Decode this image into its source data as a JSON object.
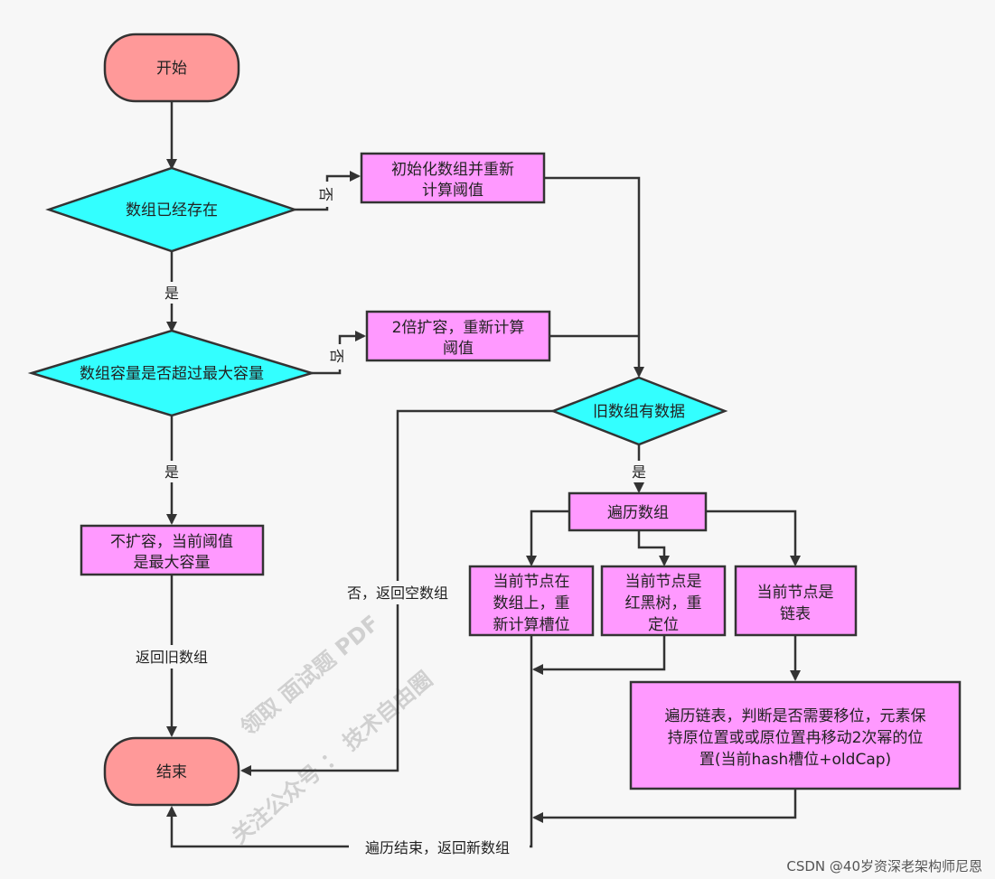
{
  "nodes": {
    "start": "开始",
    "exists_q": "数组已经存在",
    "init": [
      "初始化数组并重新",
      "计算阈值"
    ],
    "cap_q": "数组容量是否超过最大容量",
    "double": [
      "2倍扩容，重新计算",
      "阈值"
    ],
    "old_data_q": "旧数组有数据",
    "no_expand": [
      "不扩容，当前阈值",
      "是最大容量"
    ],
    "traverse": "遍历数组",
    "node_on_array": [
      "当前节点在",
      "数组上，重",
      "新计算槽位"
    ],
    "node_rbtree": [
      "当前节点是",
      "红黑树，重",
      "定位"
    ],
    "node_list": [
      "当前节点是",
      "链表"
    ],
    "traverse_list": [
      "遍历链表，判断是否需要移位，元素保",
      "持原位置或或原位置冉移动2次幂的位",
      "置(当前hash槽位+oldCap)"
    ],
    "end": "结束"
  },
  "edges": {
    "no_1": "否",
    "yes_1": "是",
    "no_2": "否",
    "yes_2": "是",
    "yes_3": "是",
    "return_old": "返回旧数组",
    "return_empty": "否，返回空数组",
    "return_new": "遍历结束，返回新数组"
  },
  "watermark": {
    "line1": "领取 面试题 PDF",
    "line2": "关注公众号 ：  技术自由圈"
  },
  "credit": "CSDN @40岁资深老架构师尼恩",
  "colors": {
    "terminal": "#ff9999",
    "decision": "#33ffff",
    "process": "#ff99ff",
    "stroke": "#333333"
  }
}
